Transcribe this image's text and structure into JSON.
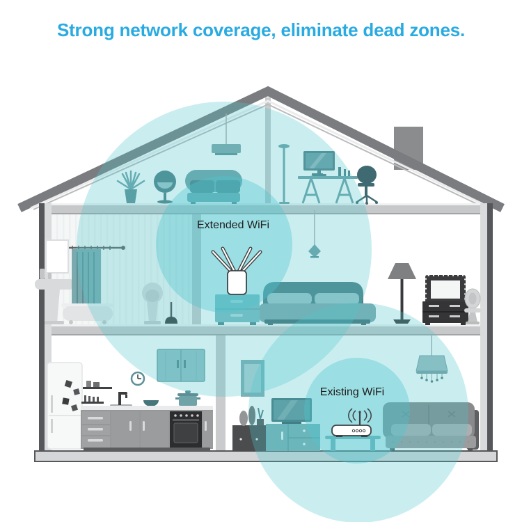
{
  "headline": {
    "text": "Strong network coverage, eliminate dead zones.",
    "color": "#29abe2"
  },
  "coverage_zones": {
    "extended": {
      "label": "Extended WiFi",
      "device_icon": "wifi-extender"
    },
    "existing": {
      "label": "Existing WiFi",
      "device_icon": "wifi-router"
    },
    "circle_color": "#4fc6ce"
  },
  "palette": {
    "roof_gray": "#7a7c7f",
    "wall_dark": "#55575a",
    "slab_gray": "#c6c8ca",
    "furniture_teal": "#6fa3a8",
    "furniture_dark_teal": "#4e7f86",
    "furniture_gray": "#939597",
    "device_body": "#ffffff"
  }
}
